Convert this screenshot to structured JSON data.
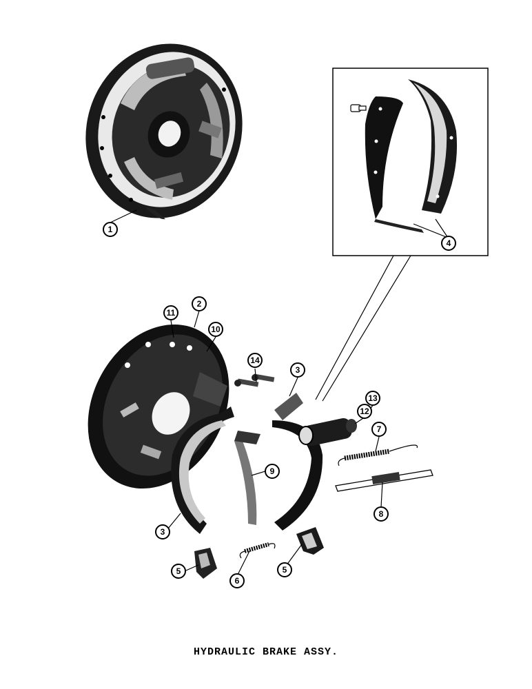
{
  "caption": "HYDRAULIC BRAKE ASSY.",
  "callouts": [
    {
      "id": "c1",
      "label": "1"
    },
    {
      "id": "c2",
      "label": "2"
    },
    {
      "id": "c3a",
      "label": "3"
    },
    {
      "id": "c3b",
      "label": "3"
    },
    {
      "id": "c4",
      "label": "4"
    },
    {
      "id": "c5a",
      "label": "5"
    },
    {
      "id": "c5b",
      "label": "5"
    },
    {
      "id": "c6",
      "label": "6"
    },
    {
      "id": "c7",
      "label": "7"
    },
    {
      "id": "c8",
      "label": "8"
    },
    {
      "id": "c9",
      "label": "9"
    },
    {
      "id": "c10",
      "label": "10"
    },
    {
      "id": "c11",
      "label": "11"
    },
    {
      "id": "c12",
      "label": "12"
    },
    {
      "id": "c13",
      "label": "13"
    },
    {
      "id": "c14",
      "label": "14"
    }
  ]
}
